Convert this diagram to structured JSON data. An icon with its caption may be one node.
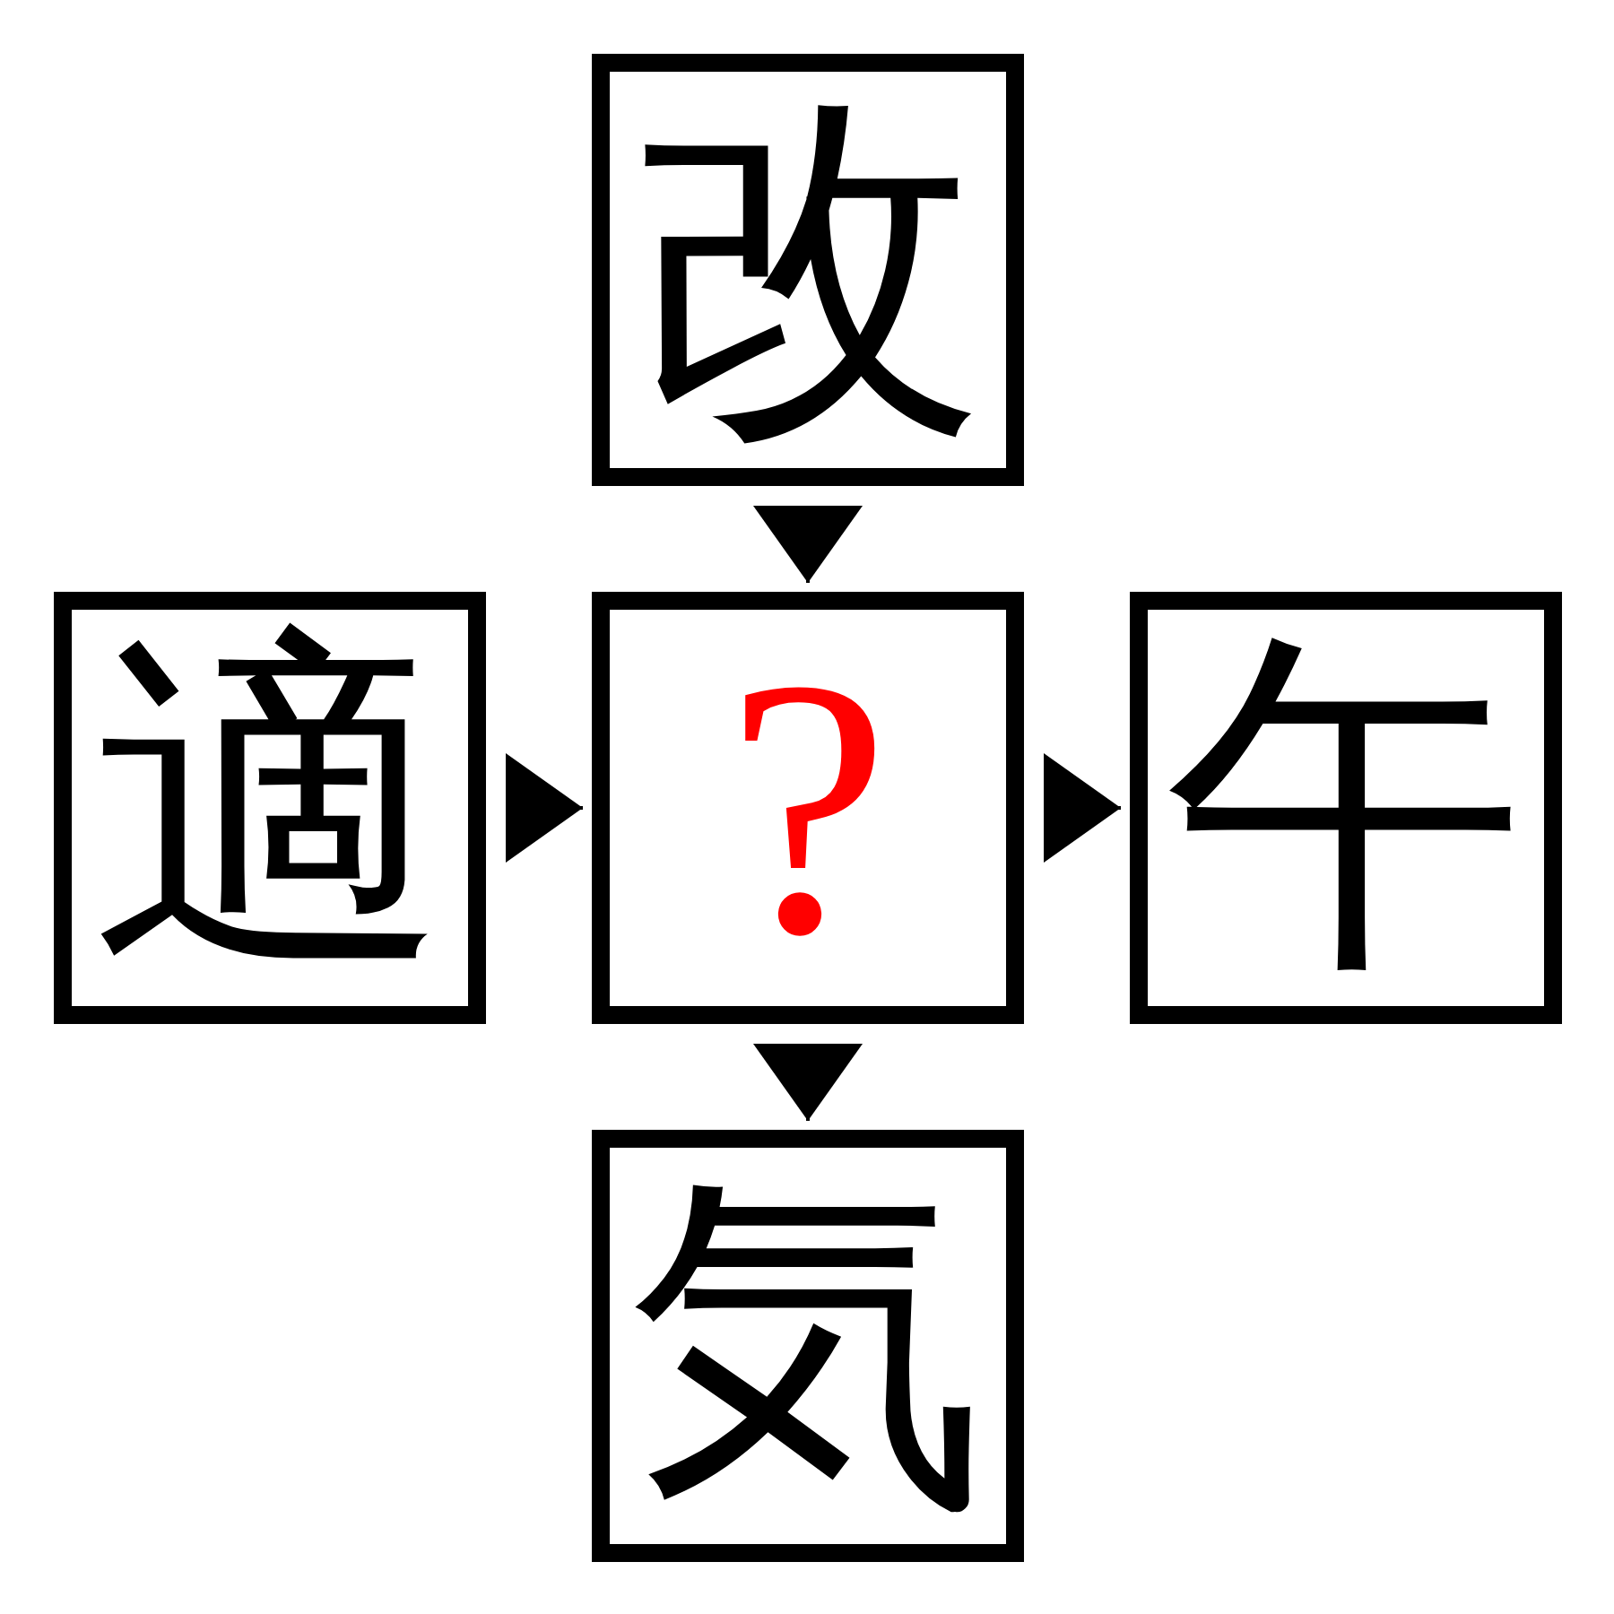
{
  "diagram": {
    "nodes": [
      {
        "text": [
          "改"
        ]
      },
      {
        "text": [
          "適"
        ]
      },
      {
        "text": [
          "?"
        ]
      },
      {
        "text": [
          "午"
        ]
      },
      {
        "text": [
          "気"
        ]
      }
    ],
    "edges": [
      {
        "from": 0,
        "to": 2,
        "arrow": "to"
      },
      {
        "from": 1,
        "to": 2,
        "arrow": "to"
      },
      {
        "from": 2,
        "to": 3,
        "arrow": "to"
      },
      {
        "from": 2,
        "to": 4,
        "arrow": "to"
      }
    ]
  }
}
